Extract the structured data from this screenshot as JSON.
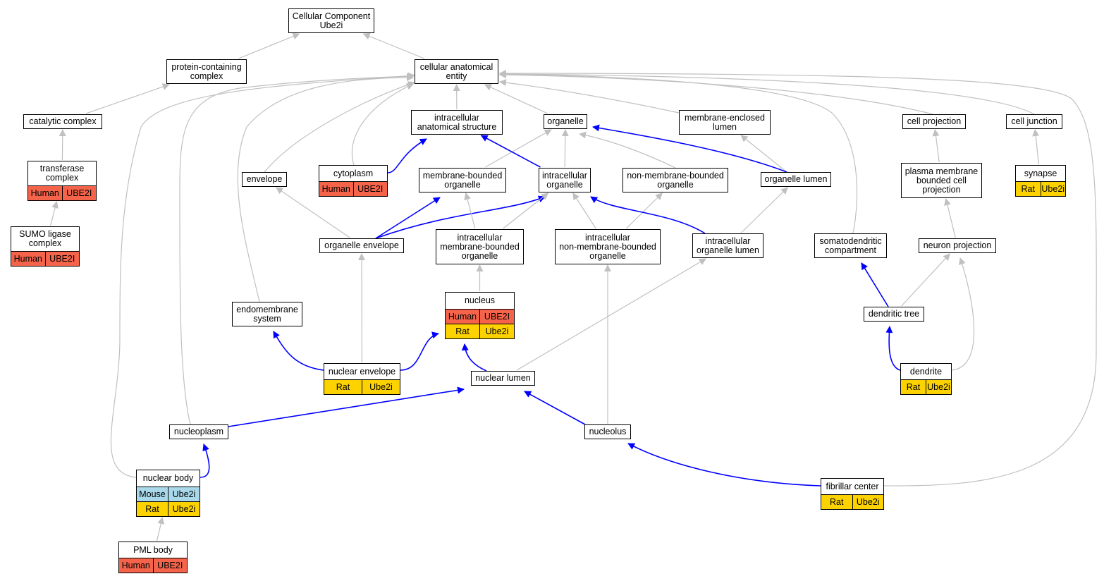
{
  "colors": {
    "is_a_edge": "#c0c0c0",
    "part_of_edge": "#0000ff",
    "Human": "#f4634a",
    "Rat": "#fcd200",
    "Mouse": "#a8d8ea"
  },
  "nodes": [
    {
      "id": "cc",
      "label": "Cellular Component\nUbe2i"
    },
    {
      "id": "pcc",
      "label": "protein-containing\ncomplex"
    },
    {
      "id": "cae",
      "label": "cellular anatomical\nentity"
    },
    {
      "id": "catc",
      "label": "catalytic complex"
    },
    {
      "id": "trc",
      "label": "transferase\ncomplex",
      "ann": [
        {
          "species": "Human",
          "gene": "UBE2I"
        }
      ]
    },
    {
      "id": "sumo",
      "label": "SUMO ligase\ncomplex",
      "ann": [
        {
          "species": "Human",
          "gene": "UBE2I"
        }
      ]
    },
    {
      "id": "ias",
      "label": "intracellular\nanatomical structure"
    },
    {
      "id": "org",
      "label": "organelle"
    },
    {
      "id": "mel",
      "label": "membrane-enclosed\nlumen"
    },
    {
      "id": "cproj",
      "label": "cell projection"
    },
    {
      "id": "cjunc",
      "label": "cell junction"
    },
    {
      "id": "env",
      "label": "envelope"
    },
    {
      "id": "cyto",
      "label": "cytoplasm",
      "ann": [
        {
          "species": "Human",
          "gene": "UBE2I"
        }
      ]
    },
    {
      "id": "mbo",
      "label": "membrane-bounded\norganelle"
    },
    {
      "id": "io",
      "label": "intracellular\norganelle"
    },
    {
      "id": "nmbo",
      "label": "non-membrane-bounded\norganelle"
    },
    {
      "id": "olum",
      "label": "organelle lumen"
    },
    {
      "id": "pmbcp",
      "label": "plasma membrane\nbounded cell\nprojection"
    },
    {
      "id": "syn",
      "label": "synapse",
      "ann": [
        {
          "species": "Rat",
          "gene": "Ube2i"
        }
      ]
    },
    {
      "id": "oenv",
      "label": "organelle envelope"
    },
    {
      "id": "imbo",
      "label": "intracellular\nmembrane-bounded\norganelle"
    },
    {
      "id": "inmbo",
      "label": "intracellular\nnon-membrane-bounded\norganelle"
    },
    {
      "id": "iol",
      "label": "intracellular\norganelle lumen"
    },
    {
      "id": "sdc",
      "label": "somatodendritic\ncompartment"
    },
    {
      "id": "nproj",
      "label": "neuron projection"
    },
    {
      "id": "endo",
      "label": "endomembrane\nsystem"
    },
    {
      "id": "nuc",
      "label": "nucleus",
      "ann": [
        {
          "species": "Human",
          "gene": "UBE2I"
        },
        {
          "species": "Rat",
          "gene": "Ube2i"
        }
      ]
    },
    {
      "id": "dtree",
      "label": "dendritic tree"
    },
    {
      "id": "nenv",
      "label": "nuclear envelope",
      "ann": [
        {
          "species": "Rat",
          "gene": "Ube2i"
        }
      ]
    },
    {
      "id": "nlum",
      "label": "nuclear lumen"
    },
    {
      "id": "dend",
      "label": "dendrite",
      "ann": [
        {
          "species": "Rat",
          "gene": "Ube2i"
        }
      ]
    },
    {
      "id": "nplasm",
      "label": "nucleoplasm"
    },
    {
      "id": "nucl",
      "label": "nucleolus"
    },
    {
      "id": "nbody",
      "label": "nuclear body",
      "ann": [
        {
          "species": "Mouse",
          "gene": "Ube2i"
        },
        {
          "species": "Rat",
          "gene": "Ube2i"
        }
      ]
    },
    {
      "id": "fcen",
      "label": "fibrillar center",
      "ann": [
        {
          "species": "Rat",
          "gene": "Ube2i"
        }
      ]
    },
    {
      "id": "pml",
      "label": "PML body",
      "ann": [
        {
          "species": "Human",
          "gene": "UBE2I"
        }
      ]
    }
  ],
  "edges": [
    {
      "from": "pcc",
      "to": "cc",
      "rel": "is_a"
    },
    {
      "from": "cae",
      "to": "cc",
      "rel": "is_a"
    },
    {
      "from": "catc",
      "to": "pcc",
      "rel": "is_a"
    },
    {
      "from": "trc",
      "to": "catc",
      "rel": "is_a"
    },
    {
      "from": "sumo",
      "to": "trc",
      "rel": "is_a"
    },
    {
      "from": "ias",
      "to": "cae",
      "rel": "is_a"
    },
    {
      "from": "org",
      "to": "cae",
      "rel": "is_a"
    },
    {
      "from": "mel",
      "to": "cae",
      "rel": "is_a"
    },
    {
      "from": "cproj",
      "to": "cae",
      "rel": "is_a"
    },
    {
      "from": "cjunc",
      "to": "cae",
      "rel": "is_a"
    },
    {
      "from": "env",
      "to": "cae",
      "rel": "is_a"
    },
    {
      "from": "cyto",
      "to": "cae",
      "rel": "is_a"
    },
    {
      "from": "cyto",
      "to": "ias",
      "rel": "part_of"
    },
    {
      "from": "mbo",
      "to": "org",
      "rel": "is_a"
    },
    {
      "from": "io",
      "to": "org",
      "rel": "is_a"
    },
    {
      "from": "io",
      "to": "ias",
      "rel": "part_of"
    },
    {
      "from": "nmbo",
      "to": "org",
      "rel": "is_a"
    },
    {
      "from": "olum",
      "to": "mel",
      "rel": "is_a"
    },
    {
      "from": "olum",
      "to": "org",
      "rel": "part_of"
    },
    {
      "from": "pmbcp",
      "to": "cproj",
      "rel": "is_a"
    },
    {
      "from": "syn",
      "to": "cjunc",
      "rel": "is_a"
    },
    {
      "from": "oenv",
      "to": "env",
      "rel": "is_a"
    },
    {
      "from": "oenv",
      "to": "mbo",
      "rel": "part_of"
    },
    {
      "from": "oenv",
      "to": "io",
      "rel": "part_of"
    },
    {
      "from": "imbo",
      "to": "mbo",
      "rel": "is_a"
    },
    {
      "from": "imbo",
      "to": "io",
      "rel": "is_a"
    },
    {
      "from": "inmbo",
      "to": "io",
      "rel": "is_a"
    },
    {
      "from": "inmbo",
      "to": "nmbo",
      "rel": "is_a"
    },
    {
      "from": "iol",
      "to": "olum",
      "rel": "is_a"
    },
    {
      "from": "iol",
      "to": "io",
      "rel": "part_of"
    },
    {
      "from": "sdc",
      "to": "cae",
      "rel": "is_a"
    },
    {
      "from": "nproj",
      "to": "pmbcp",
      "rel": "is_a"
    },
    {
      "from": "endo",
      "to": "cae",
      "rel": "is_a"
    },
    {
      "from": "nuc",
      "to": "imbo",
      "rel": "is_a"
    },
    {
      "from": "dtree",
      "to": "sdc",
      "rel": "part_of"
    },
    {
      "from": "dtree",
      "to": "nproj",
      "rel": "is_a"
    },
    {
      "from": "nenv",
      "to": "oenv",
      "rel": "is_a"
    },
    {
      "from": "nenv",
      "to": "endo",
      "rel": "part_of"
    },
    {
      "from": "nenv",
      "to": "nuc",
      "rel": "part_of"
    },
    {
      "from": "nlum",
      "to": "iol",
      "rel": "is_a"
    },
    {
      "from": "nlum",
      "to": "nuc",
      "rel": "part_of"
    },
    {
      "from": "dend",
      "to": "dtree",
      "rel": "part_of"
    },
    {
      "from": "dend",
      "to": "nproj",
      "rel": "is_a"
    },
    {
      "from": "nplasm",
      "to": "cae",
      "rel": "is_a"
    },
    {
      "from": "nplasm",
      "to": "nlum",
      "rel": "part_of"
    },
    {
      "from": "nucl",
      "to": "inmbo",
      "rel": "is_a"
    },
    {
      "from": "nucl",
      "to": "nlum",
      "rel": "part_of"
    },
    {
      "from": "nbody",
      "to": "cae",
      "rel": "is_a"
    },
    {
      "from": "nbody",
      "to": "nplasm",
      "rel": "part_of"
    },
    {
      "from": "fcen",
      "to": "cae",
      "rel": "is_a"
    },
    {
      "from": "fcen",
      "to": "nucl",
      "rel": "part_of"
    },
    {
      "from": "pml",
      "to": "nbody",
      "rel": "is_a"
    }
  ]
}
